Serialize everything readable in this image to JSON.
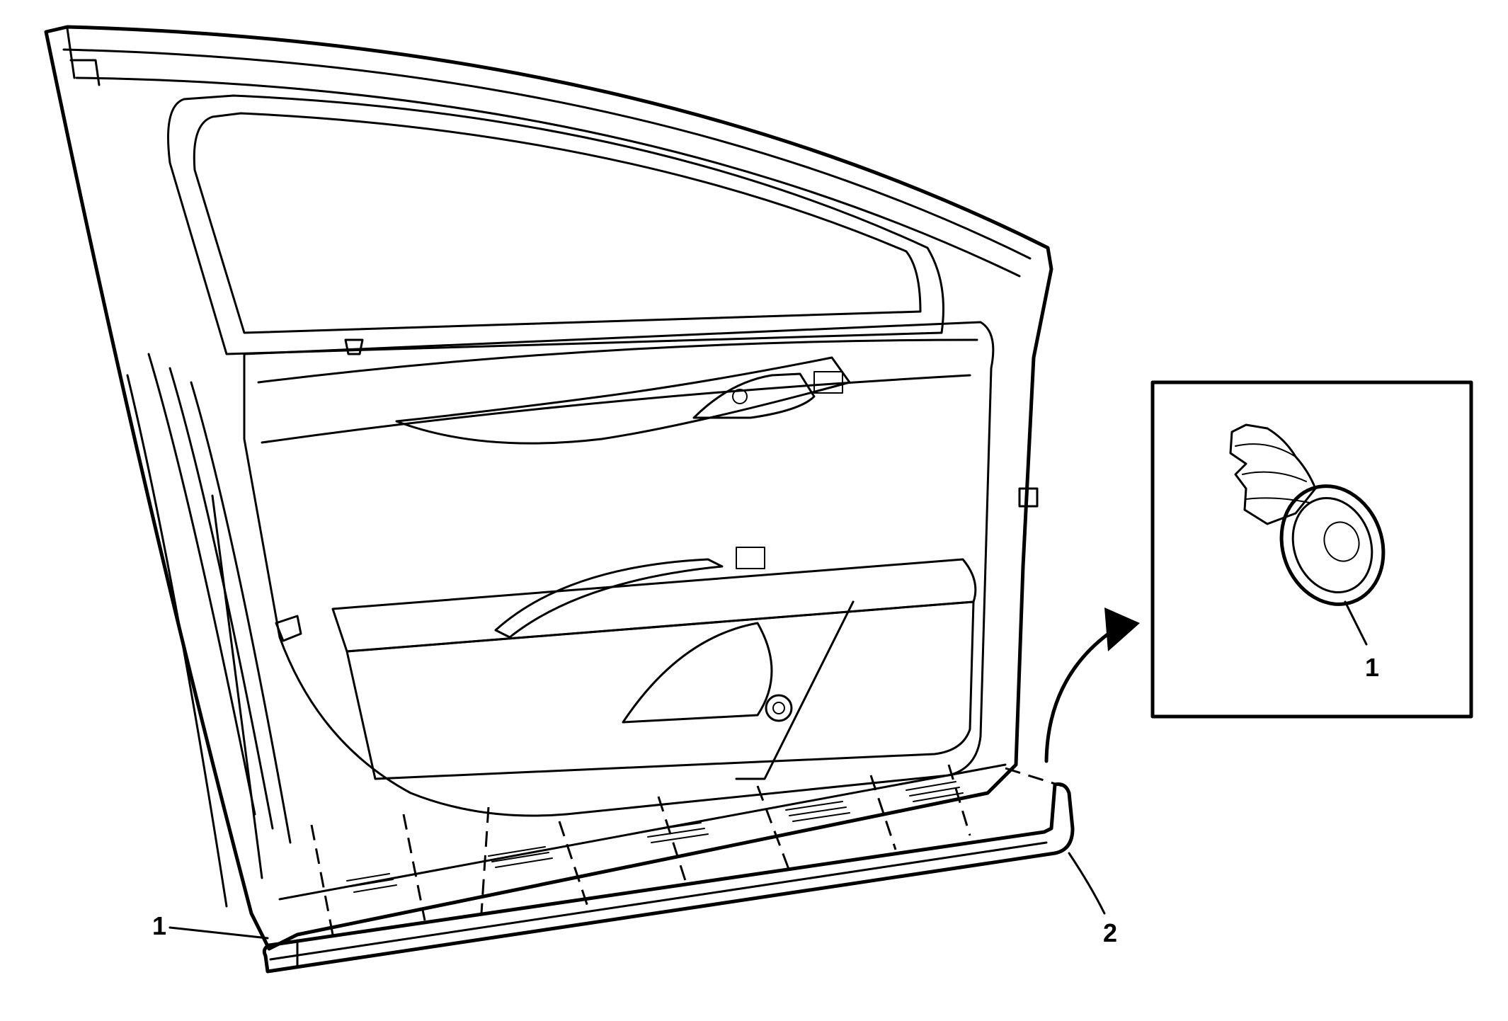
{
  "callouts": {
    "item_1_main": "1",
    "item_2_main": "2",
    "item_1_detail": "1"
  },
  "colors": {
    "stroke": "#000000",
    "background": "#ffffff"
  }
}
